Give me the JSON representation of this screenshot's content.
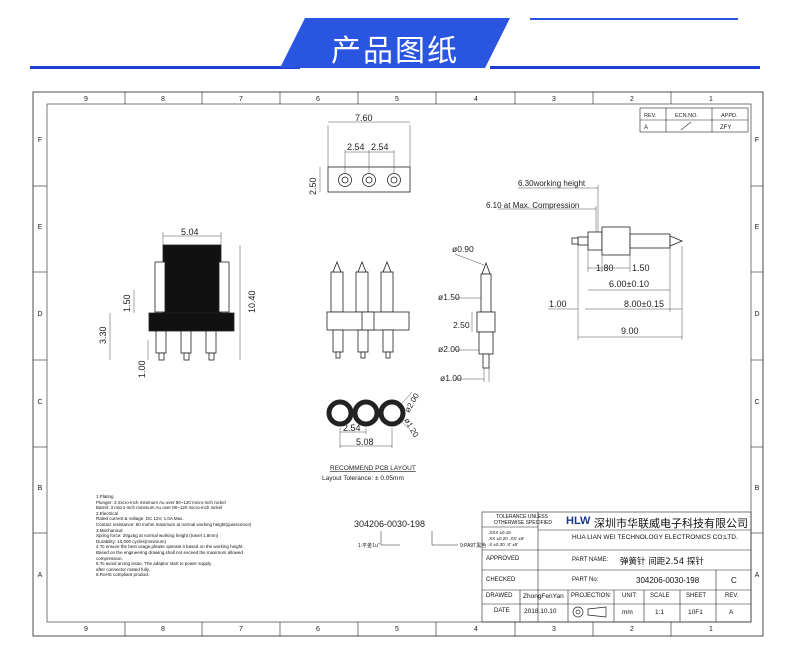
{
  "header": {
    "title": "产品图纸"
  },
  "frame": {
    "top_cols": [
      "9",
      "8",
      "7",
      "6",
      "5",
      "4",
      "3",
      "2",
      "1"
    ],
    "bottom_cols": [
      "9",
      "8",
      "7",
      "6",
      "5",
      "4",
      "3",
      "2",
      "1"
    ],
    "left_rows": [
      "F",
      "E",
      "D",
      "C",
      "B",
      "A"
    ],
    "right_rows": [
      "F",
      "E",
      "D",
      "C",
      "B",
      "A"
    ]
  },
  "revision": {
    "headers": [
      "REV.",
      "ECN.NO.",
      "APPD."
    ],
    "row": [
      "A",
      "/",
      "ZFY"
    ]
  },
  "dims": {
    "top_width": "7.60",
    "top_pitch_a": "2.54",
    "top_pitch_b": "2.54",
    "top_height": "2.50",
    "left_width": "5.04",
    "left_h150": "1.50",
    "left_h1040": "10.40",
    "left_h330": "3.30",
    "left_h100": "1.00",
    "mid_d090": "ø0.90",
    "mid_d150": "ø1.50",
    "mid_250": "2.50",
    "mid_d200": "ø2.00",
    "mid_d100": "ø1.00",
    "working_height": "6.30working height",
    "max_comp": "6.10 at Max. Compression",
    "r_180": "1.80",
    "r_150": "1.50",
    "r_600": "6.00±0.10",
    "r_100": "1.00",
    "r_800": "8.00±0.15",
    "r_900": "9.00",
    "pcb_254": "2.54",
    "pcb_508": "5.08",
    "pcb_d200": "ø2.00",
    "pcb_d120": "ø1.20"
  },
  "pcb_layout": {
    "title": "RECOMMEND PCB LAYOUT",
    "tolerance": "Layout Tolerance: ± 0.05mm"
  },
  "part_code": {
    "code": "304206-0030-198",
    "note_a": "1:平金1u\"",
    "note_b": "9:PA9T黑色"
  },
  "notes": [
    "1.Plating",
    "  Plunger: 3 micro-inch minimum Au over 80~120 micro-inch nickel",
    "  Barrel:  3 micro-inch minimum Au over 80~120 micro-inch nickel",
    "2.Electrical",
    "  Rated current & voltage: DC 12V, 1.0A Max.",
    "  Contact resistance: 50 mohm maximum at normal working height(quiescence)",
    "3.Mechanical",
    "  Spring force: 20g±5g at normal working height (travel 1.8mm)",
    "  Durability: 10,000 cycles(minimum)",
    "4.To ensure the best usage,please operate it based on the working height.",
    "  Based on the engineering drawing,shall not exceed the maximum allowed",
    "  compression.",
    "5.To avoid arcing issue, The adaptor start to power supply",
    "  after connector mated fully.",
    "6.RoHS compliant product."
  ],
  "title_block": {
    "tolerance": [
      "TOLERANCE UNLESS",
      "OTHERWISE SPECIFIED"
    ],
    "tol_rows": [
      ".XXX  ±0.15",
      ".XX   ±0.20    .XX'  ±5'",
      ".X    ±0.30    .X'   ±5'"
    ],
    "approved": "APPROVED",
    "checked": "CHECKED",
    "drawed": "DRAWED",
    "drawer": "ZhongFenYan",
    "date_label": "DATE",
    "date": "2018.10.10",
    "company_logo": "HLW",
    "company_cn": "深圳市华联威电子科技有限公司",
    "company_en": "HUA LIAN WEI TECHNOLOGY ELECTRONICS CO;LTD.",
    "part_name_label": "PART NAME:",
    "part_name": "弹簧针  间距2.54 探针",
    "part_no_label": "PART No:",
    "part_no": "304206-0030-198",
    "part_rev": "C",
    "projection_label": "PROJECTION:",
    "unit_label": "UNIT:",
    "scale_label": "SCALE",
    "sheet_label": "SHEET",
    "rev_label": "REV.",
    "unit": "mm",
    "scale": "1:1",
    "sheet": "10F1",
    "rev": "A"
  }
}
